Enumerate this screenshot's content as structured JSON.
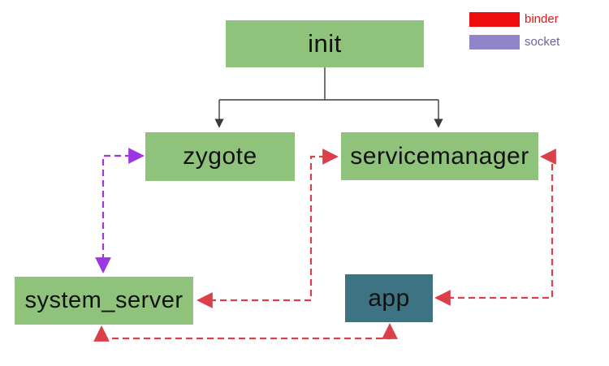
{
  "diagram": {
    "nodes": {
      "init": {
        "label": "init"
      },
      "zygote": {
        "label": "zygote"
      },
      "servicemanager": {
        "label": "servicemanager"
      },
      "system_server": {
        "label": "system_server"
      },
      "app": {
        "label": "app"
      }
    },
    "edges": [
      {
        "from": "init",
        "to": "zygote",
        "line": "solid-black",
        "arrows": "to"
      },
      {
        "from": "init",
        "to": "servicemanager",
        "line": "solid-black",
        "arrows": "to"
      },
      {
        "from": "zygote",
        "to": "system_server",
        "line": "socket",
        "arrows": "both"
      },
      {
        "from": "system_server",
        "to": "servicemanager",
        "line": "binder",
        "arrows": "both"
      },
      {
        "from": "app",
        "to": "servicemanager",
        "line": "binder",
        "arrows": "both"
      },
      {
        "from": "system_server",
        "to": "app",
        "line": "binder",
        "arrows": "both"
      }
    ],
    "legend": {
      "items": [
        {
          "label": "binder",
          "swatch_color": "#ee0d0d",
          "text_color": "#e81414"
        },
        {
          "label": "socket",
          "swatch_color": "#9184c8",
          "text_color": "#6c63a8"
        }
      ]
    },
    "colors": {
      "background": "#ffffff",
      "node_green": "#8fc37c",
      "node_teal": "#3d7383",
      "node_text": "#111111",
      "binder_line": "#d94049",
      "socket_line": "#9c36e0",
      "process_line": "#3a3a3a"
    }
  }
}
